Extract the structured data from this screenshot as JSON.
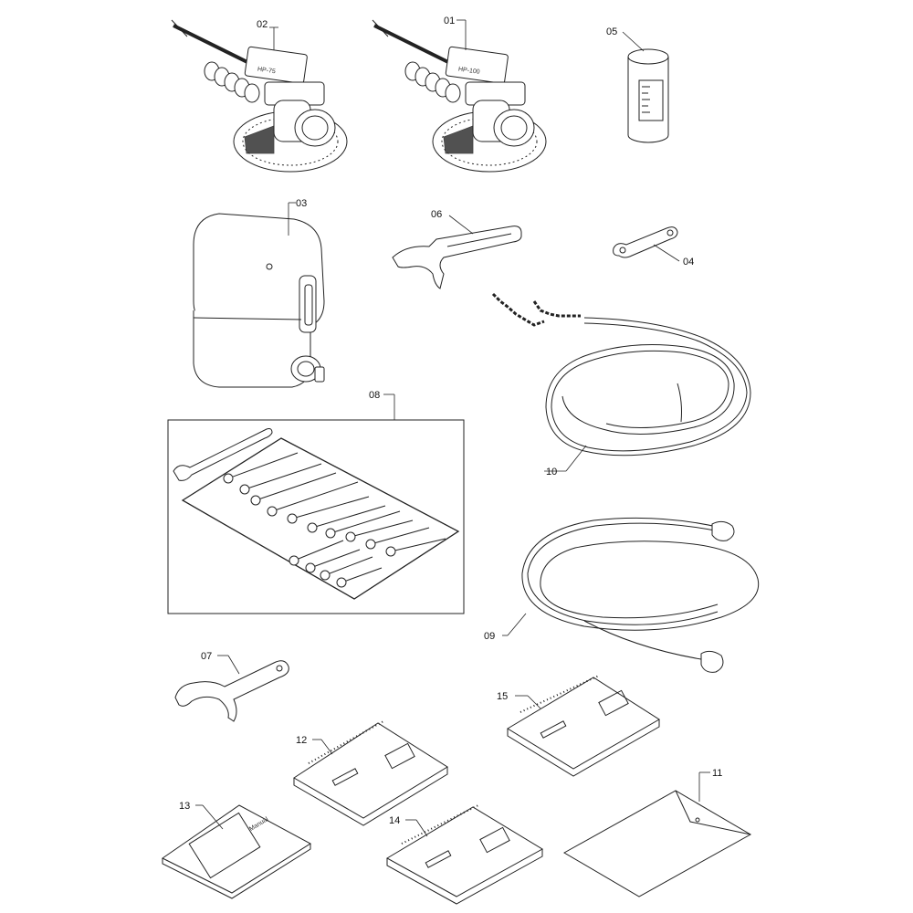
{
  "callouts": {
    "p01": "01",
    "p02": "02",
    "p03": "03",
    "p04": "04",
    "p05": "05",
    "p06": "06",
    "p07": "07",
    "p08": "08",
    "p09": "09",
    "p10": "10",
    "p11": "11",
    "p12": "12",
    "p13": "13",
    "p14": "14",
    "p15": "15"
  },
  "labels": {
    "manual_cover": "Manual"
  }
}
